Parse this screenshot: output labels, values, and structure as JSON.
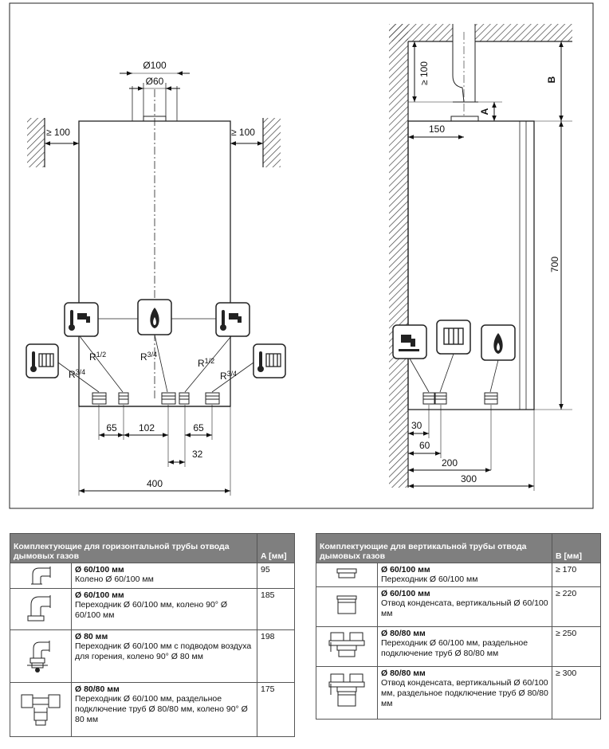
{
  "left_view": {
    "dim_d100": "Ø100",
    "dim_d60": "Ø60",
    "clear_left": "≥ 100",
    "clear_right": "≥ 100",
    "conn_labels": [
      "R",
      "1/2",
      "R",
      "3/4",
      "R",
      "1/2",
      "R",
      "3/4",
      "R",
      "3/4"
    ],
    "dim_65a": "65",
    "dim_102": "102",
    "dim_65b": "65",
    "dim_32": "32",
    "dim_400": "400"
  },
  "right_view": {
    "clear_top": "≥ 100",
    "label_A": "A",
    "label_B": "B",
    "dim_150": "150",
    "dim_700": "700",
    "dim_30": "30",
    "dim_60": "60",
    "dim_200": "200",
    "dim_300": "300"
  },
  "table_horizontal": {
    "header": "Комплектующие для горизонтальной трубы отвода дымовых газов",
    "value_header": "A [мм]",
    "rows": [
      {
        "icon": "elbow-icon",
        "name": "Ø 60/100 мм",
        "desc": "Колено Ø 60/100 мм",
        "value": "95"
      },
      {
        "icon": "adapter-elbow-icon",
        "name": "Ø 60/100 мм",
        "desc": "Переходник Ø 60/100 мм, колено 90° Ø 60/100 мм",
        "value": "185"
      },
      {
        "icon": "air-intake-elbow-icon",
        "name": "Ø 80 мм",
        "desc": "Переходник Ø 60/100 мм с подводом воздуха для горения, колено 90° Ø 80 мм",
        "value": "198"
      },
      {
        "icon": "split-elbow-icon",
        "name": "Ø 80/80 мм",
        "desc": "Переходник Ø 60/100 мм, раздельное подключение труб Ø 80/80 мм, колено 90° Ø 80 мм",
        "value": "175"
      }
    ]
  },
  "table_vertical": {
    "header": "Комплектующие для вертикальной трубы отвода дымовых газов",
    "value_header": "B [мм]",
    "rows": [
      {
        "icon": "adapter-icon",
        "name": "Ø 60/100 мм",
        "desc": "Переходник Ø 60/100 мм",
        "value": "≥ 170"
      },
      {
        "icon": "condensate-outlet-icon",
        "name": "Ø 60/100 мм",
        "desc": "Отвод конденсата, вертикальный Ø 60/100 мм",
        "value": "≥ 220"
      },
      {
        "icon": "split-adapter-icon",
        "name": "Ø 80/80 мм",
        "desc": "Переходник Ø 60/100 мм, раздельное подключение труб Ø 80/80 мм",
        "value": "≥ 250"
      },
      {
        "icon": "condensate-split-icon",
        "name": "Ø 80/80 мм",
        "desc": "Отвод конденсата, вертикальный Ø 60/100 мм, раздельное подключение труб Ø 80/80 мм",
        "value": "≥ 300"
      }
    ]
  }
}
